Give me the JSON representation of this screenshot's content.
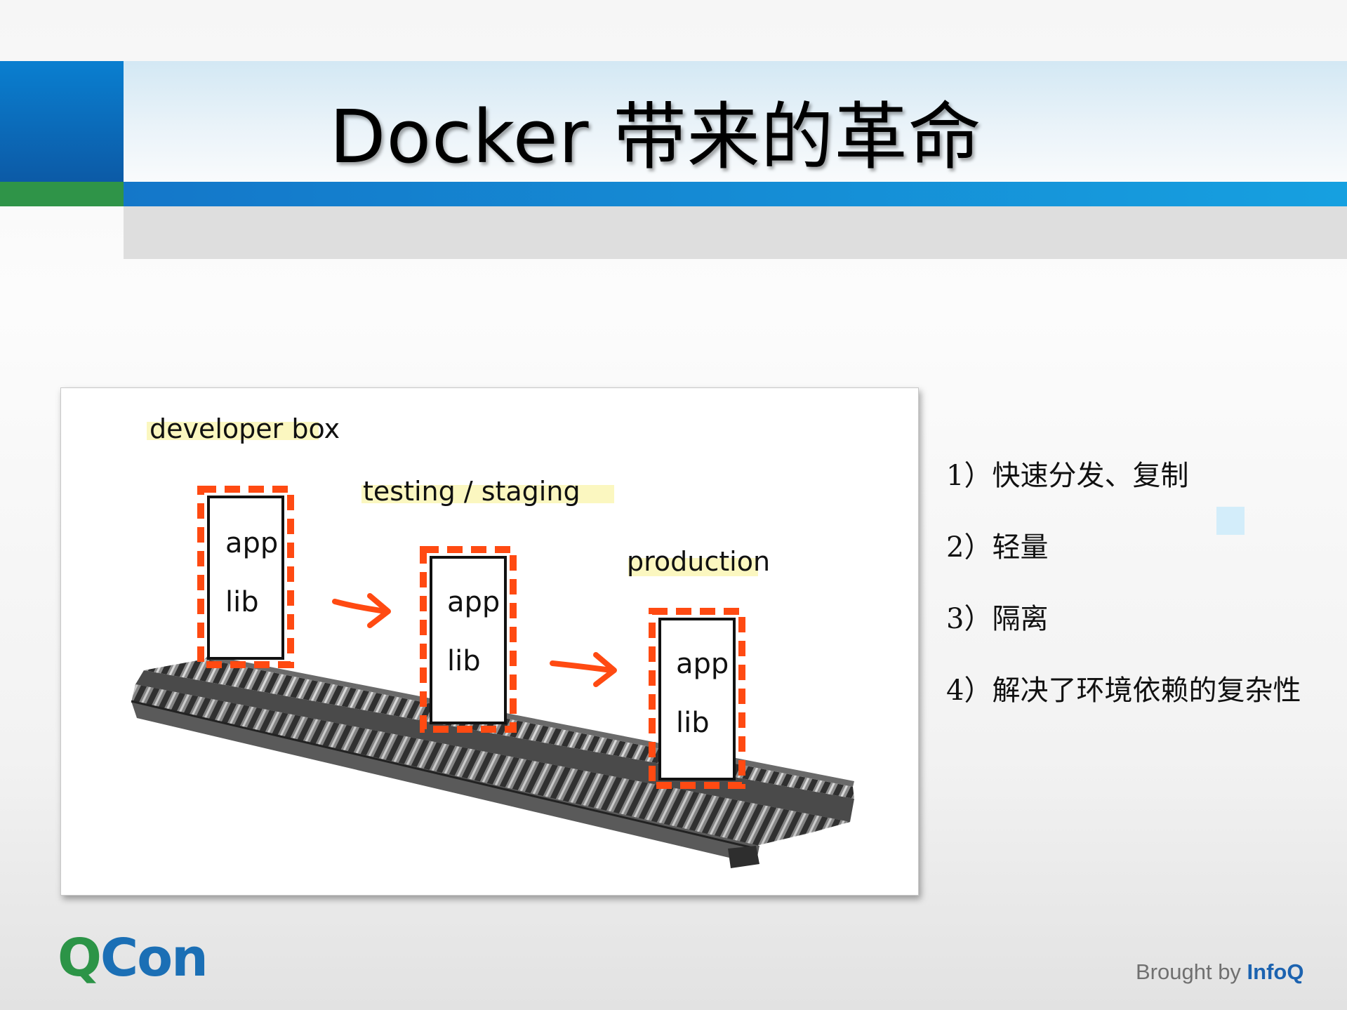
{
  "slide": {
    "title": "Docker 带来的革命"
  },
  "figure": {
    "stages": [
      {
        "label": "developer box",
        "box_lines": [
          "app",
          "lib"
        ]
      },
      {
        "label": "testing / staging",
        "box_lines": [
          "app",
          "lib"
        ]
      },
      {
        "label": "production",
        "box_lines": [
          "app",
          "lib"
        ]
      }
    ],
    "colors": {
      "dashed_border": "#ff4a12",
      "label_highlight": "#fbf7c0",
      "conveyor": "#555555"
    }
  },
  "points": [
    "1）快速分发、复制",
    "2）轻量",
    "3）隔离",
    "4）解决了环境依赖的复杂性"
  ],
  "footer": {
    "logo_q": "Q",
    "logo_con": "Con",
    "credit_prefix": "Brought by ",
    "credit_brand": "InfoQ"
  },
  "colors": {
    "header_blue": "#0c6fc1",
    "header_green": "#2f9448",
    "header_light": "#d3e8f4",
    "accent_square": "#d3edfa"
  }
}
